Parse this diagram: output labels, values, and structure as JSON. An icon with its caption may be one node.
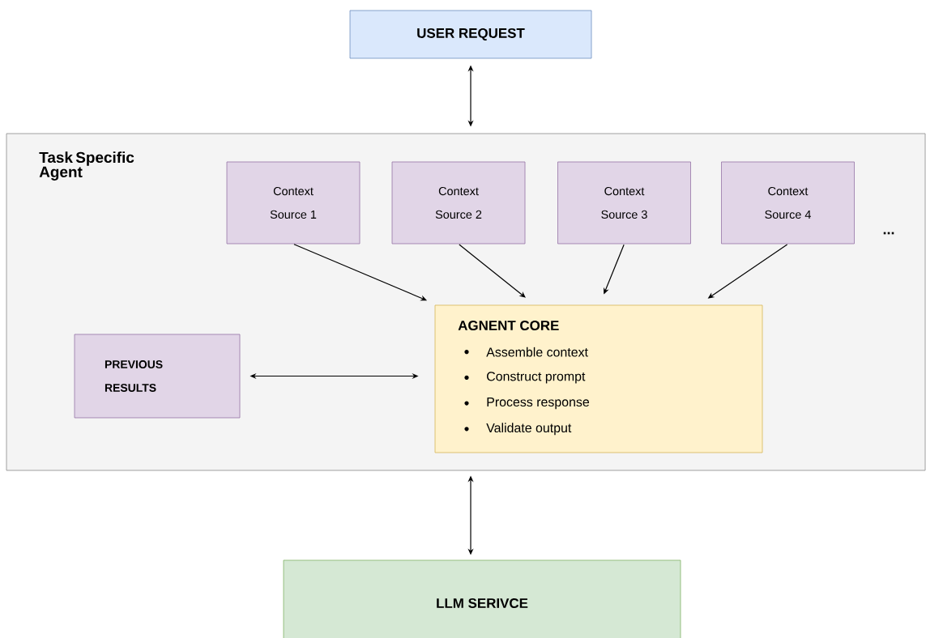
{
  "diagram": {
    "nodes": [
      {
        "text": [
          "USER REQUEST"
        ]
      },
      {
        "text": [
          "Task Specific Agent"
        ]
      },
      {
        "text": [
          "Context Source 1"
        ],
        "in": 1
      },
      {
        "text": [
          "Context Source 2"
        ],
        "in": 1
      },
      {
        "text": [
          "Context Source 3"
        ],
        "in": 1
      },
      {
        "text": [
          "Context Source 4"
        ],
        "in": 1
      },
      {
        "text": [
          "PREVIOUS RESULTS"
        ],
        "in": 1
      },
      {
        "text": [
          "AGNENT CORE",
          "Assemble context",
          "Construct prompt",
          "Process response",
          "Validate output"
        ],
        "in": 1
      },
      {
        "text": [
          "LLM SERIVCE"
        ]
      }
    ],
    "edges": [
      {
        "from": 0,
        "to": 1,
        "arrow": "both"
      },
      {
        "from": 2,
        "to": 7,
        "arrow": "to"
      },
      {
        "from": 3,
        "to": 7,
        "arrow": "to"
      },
      {
        "from": 4,
        "to": 7,
        "arrow": "to"
      },
      {
        "from": 5,
        "to": 7,
        "arrow": "to"
      },
      {
        "from": 6,
        "to": 7,
        "arrow": "both"
      },
      {
        "from": 1,
        "to": 8,
        "arrow": "both"
      }
    ],
    "labels": [
      "..."
    ]
  }
}
